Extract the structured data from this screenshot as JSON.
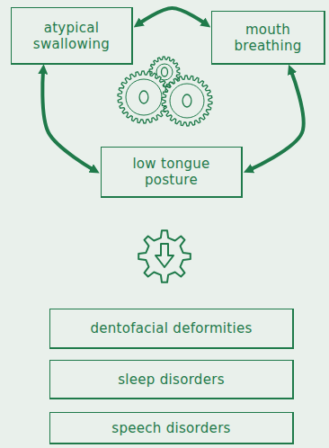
{
  "diagram": {
    "nodes": [
      {
        "text": [
          "atypical swallowing"
        ]
      },
      {
        "text": [
          "mouth breathing"
        ]
      },
      {
        "text": [
          "low tongue posture"
        ]
      },
      {
        "text": [
          "dentofacial deformities"
        ]
      },
      {
        "text": [
          "sleep disorders"
        ]
      },
      {
        "text": [
          "speech disorders"
        ]
      }
    ],
    "edges": [
      {
        "from": 0,
        "to": 1,
        "arrow": "both"
      },
      {
        "from": 0,
        "to": 2,
        "arrow": "both"
      },
      {
        "from": 1,
        "to": 2,
        "arrow": "both"
      }
    ]
  }
}
